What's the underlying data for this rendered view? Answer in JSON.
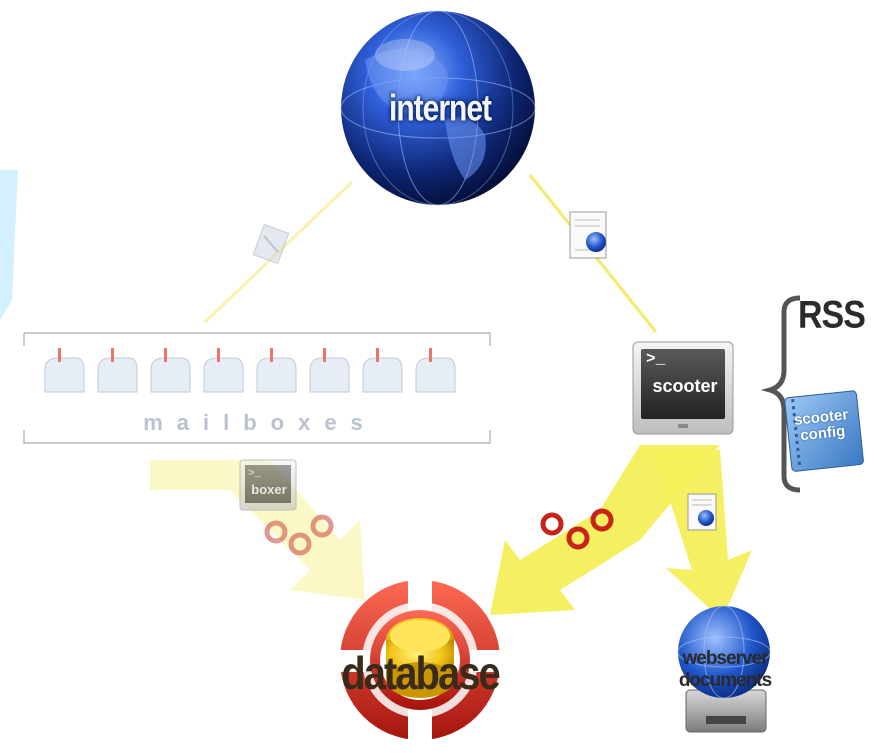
{
  "nodes": {
    "internet": {
      "label": "internet",
      "icon": "globe-icon"
    },
    "mailboxes": {
      "label": "mailboxes",
      "count": 8,
      "icon": "mailbox-icon"
    },
    "scooter": {
      "label": "scooter",
      "prompt": ">_",
      "icon": "terminal-icon"
    },
    "boxer": {
      "label": "boxer",
      "prompt": ">_",
      "icon": "terminal-icon"
    },
    "rss": {
      "label": "RSS"
    },
    "scooter_config": {
      "label_line1": "scooter",
      "label_line2": "config",
      "icon": "notebook-icon"
    },
    "database": {
      "label": "database",
      "icon": "database-icon"
    },
    "webserver": {
      "label_line1": "webserver",
      "label_line2": "documents",
      "icon": "server-icon"
    }
  },
  "colors": {
    "globe": "#1d3fa8",
    "arrow_yellow": "#f4ef5a",
    "database_red": "#c8231a",
    "database_yellow": "#f1c318",
    "terminal_dark": "#3c3c3c",
    "notebook_blue": "#5a9ad8"
  }
}
